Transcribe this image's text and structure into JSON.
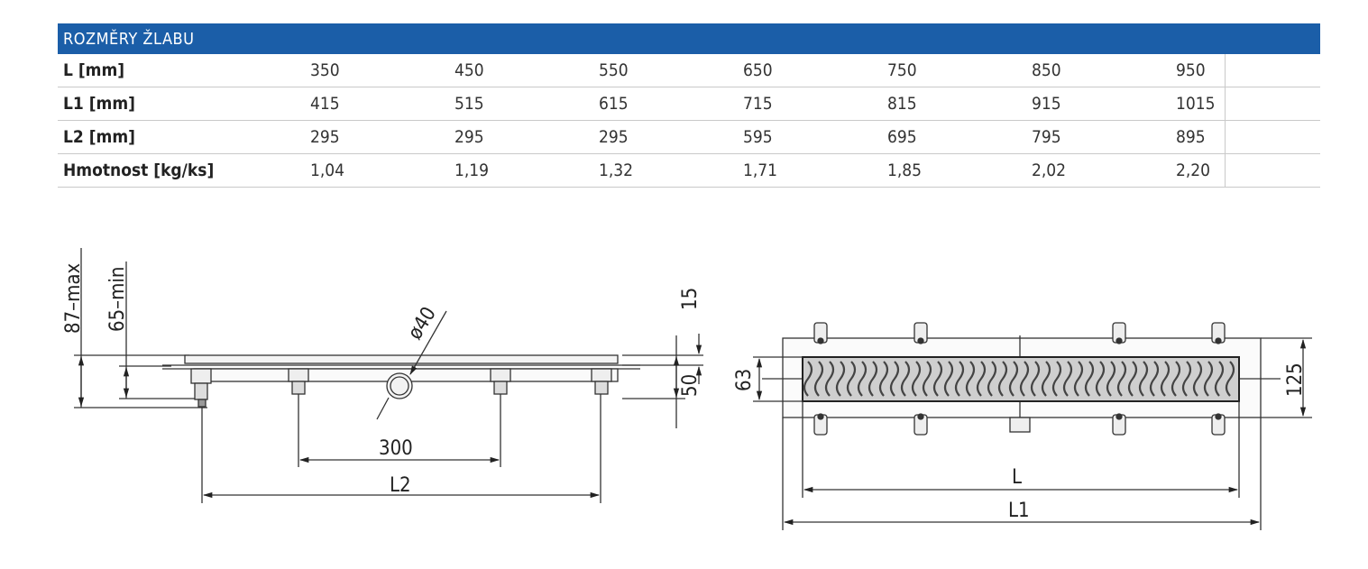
{
  "table": {
    "title": "ROZMĚRY ŽLABU",
    "rows": [
      {
        "label": "L [mm]",
        "values": [
          "350",
          "450",
          "550",
          "650",
          "750",
          "850",
          "950"
        ]
      },
      {
        "label": "L1 [mm]",
        "values": [
          "415",
          "515",
          "615",
          "715",
          "815",
          "915",
          "1015"
        ]
      },
      {
        "label": "L2 [mm]",
        "values": [
          "295",
          "295",
          "295",
          "595",
          "695",
          "795",
          "895"
        ]
      },
      {
        "label": "Hmotnost [kg/ks]",
        "values": [
          "1,04",
          "1,19",
          "1,32",
          "1,71",
          "1,85",
          "2,02",
          "2,20"
        ]
      }
    ]
  },
  "drawing": {
    "side_view": {
      "dim_max_label": "87–max",
      "dim_min_label": "65–min",
      "dim_15": "15",
      "dim_50": "50",
      "dim_diameter": "ø40",
      "dim_300": "300",
      "dim_l2": "L2"
    },
    "top_view": {
      "dim_63": "63",
      "dim_125": "125",
      "dim_l": "L",
      "dim_l1": "L1"
    }
  }
}
